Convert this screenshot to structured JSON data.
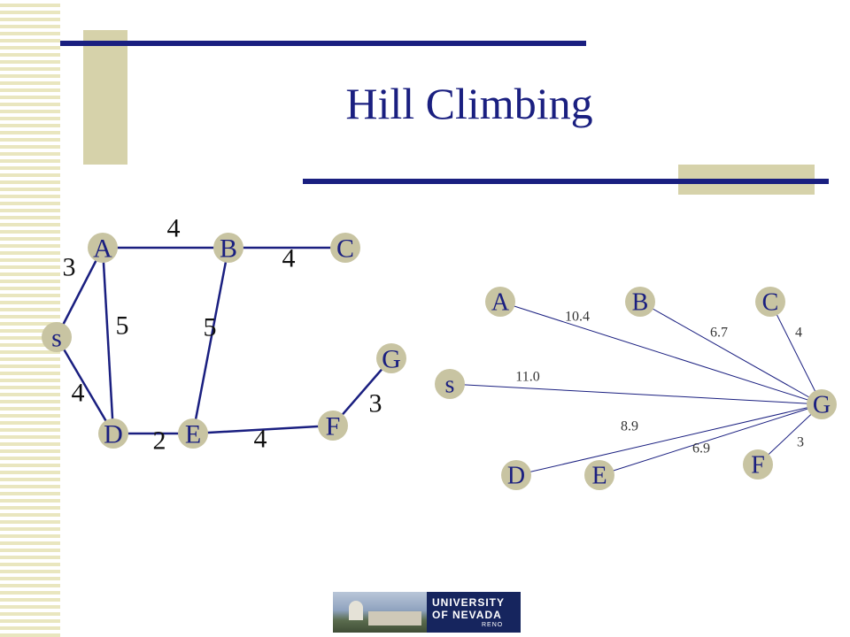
{
  "slide": {
    "title": "Hill Climbing"
  },
  "colors": {
    "node_fill": "#c8c4a2",
    "node_text": "#1a1f80",
    "edge": "#1a1f80",
    "title": "#1a1f80",
    "decor_bar": "#1a1f80",
    "decor_block": "#d6d2aa"
  },
  "left_graph": {
    "nodes": [
      "A",
      "B",
      "C",
      "s",
      "G",
      "D",
      "E",
      "F"
    ],
    "edges": [
      {
        "from": "A",
        "to": "B",
        "label": "4"
      },
      {
        "from": "B",
        "to": "C",
        "label": "4"
      },
      {
        "from": "s",
        "to": "A",
        "label": "3"
      },
      {
        "from": "A",
        "to": "D",
        "label": "5"
      },
      {
        "from": "B",
        "to": "E",
        "label": "5"
      },
      {
        "from": "s",
        "to": "D",
        "label": "4"
      },
      {
        "from": "D",
        "to": "E",
        "label": "2"
      },
      {
        "from": "E",
        "to": "F",
        "label": "4"
      },
      {
        "from": "F",
        "to": "G",
        "label": "3"
      }
    ]
  },
  "right_graph": {
    "nodes": [
      "A",
      "B",
      "C",
      "s",
      "G",
      "D",
      "E",
      "F"
    ],
    "edges": [
      {
        "from": "A",
        "to": "G",
        "label": "10.4"
      },
      {
        "from": "B",
        "to": "G",
        "label": "6.7"
      },
      {
        "from": "C",
        "to": "G",
        "label": "4"
      },
      {
        "from": "s",
        "to": "G",
        "label": "11.0"
      },
      {
        "from": "D",
        "to": "G",
        "label": "8.9"
      },
      {
        "from": "E",
        "to": "G",
        "label": "6.9"
      },
      {
        "from": "F",
        "to": "G",
        "label": "3"
      }
    ]
  },
  "logo": {
    "line1": "UNIVERSITY",
    "line2": "OF NEVADA",
    "line3": "RENO"
  }
}
